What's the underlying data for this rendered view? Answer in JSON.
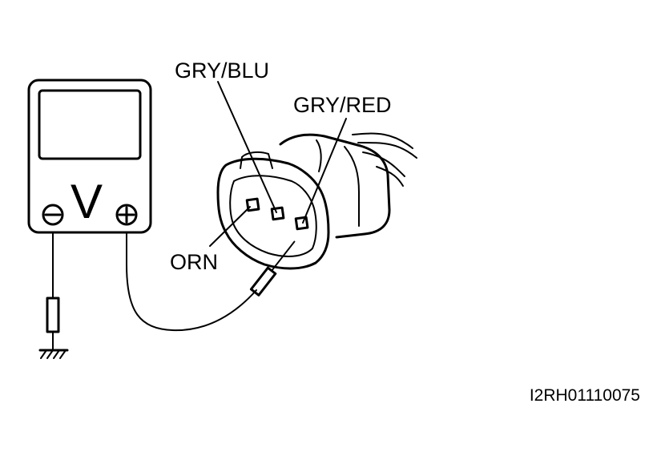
{
  "labels": {
    "wire_gry_blu": "GRY/BLU",
    "wire_gry_red": "GRY/RED",
    "wire_orn": "ORN",
    "meter_symbol": "V",
    "negative_terminal": "⊖",
    "positive_terminal": "⊕"
  },
  "figure_code": "I2RH01110075"
}
